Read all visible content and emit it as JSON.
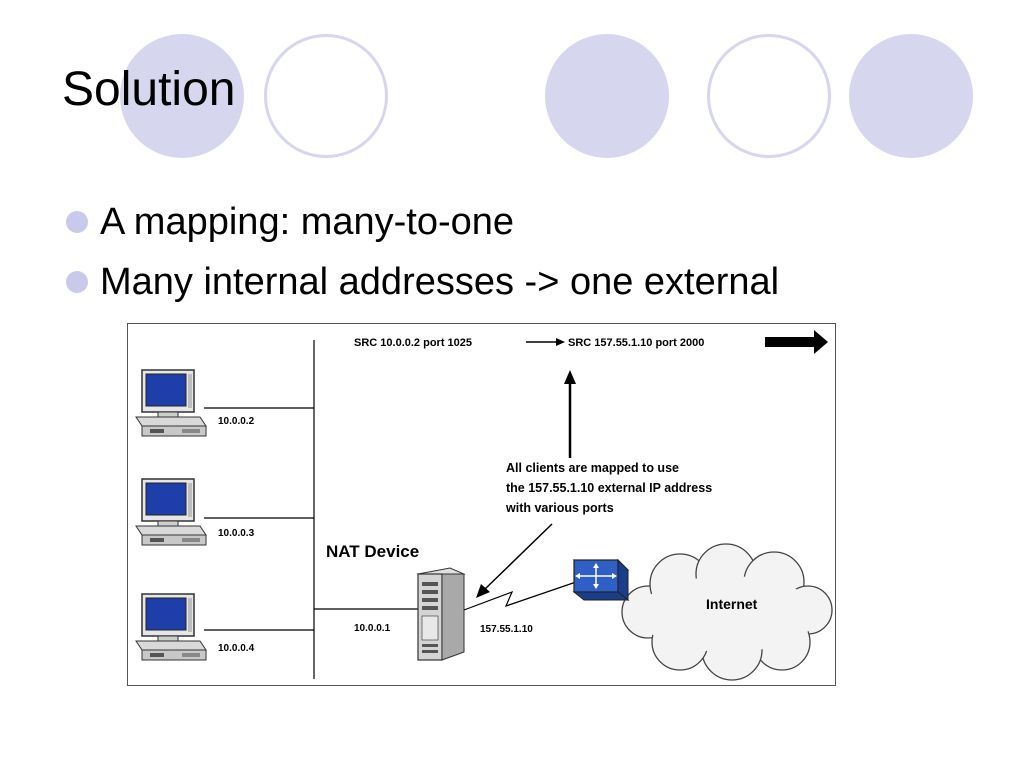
{
  "slide": {
    "title": "Solution",
    "bullets": [
      "A mapping: many-to-one",
      "Many internal addresses -> one external"
    ]
  },
  "diagram": {
    "src_internal": "SRC 10.0.0.2 port 1025",
    "src_external": "SRC 157.55.1.10 port 2000",
    "client_ips": [
      "10.0.0.2",
      "10.0.0.3",
      "10.0.0.4"
    ],
    "nat_label": "NAT Device",
    "nat_internal_ip": "10.0.0.1",
    "nat_external_ip": "157.55.1.10",
    "note_lines": [
      "All clients are mapped to use",
      "the 157.55.1.10 external IP address",
      "with various ports"
    ],
    "cloud_label": "Internet"
  },
  "colors": {
    "decor": "#d6d6ee",
    "bullet": "#c9c9ec",
    "screen": "#1e3faa",
    "router": "#2f5fc4"
  }
}
